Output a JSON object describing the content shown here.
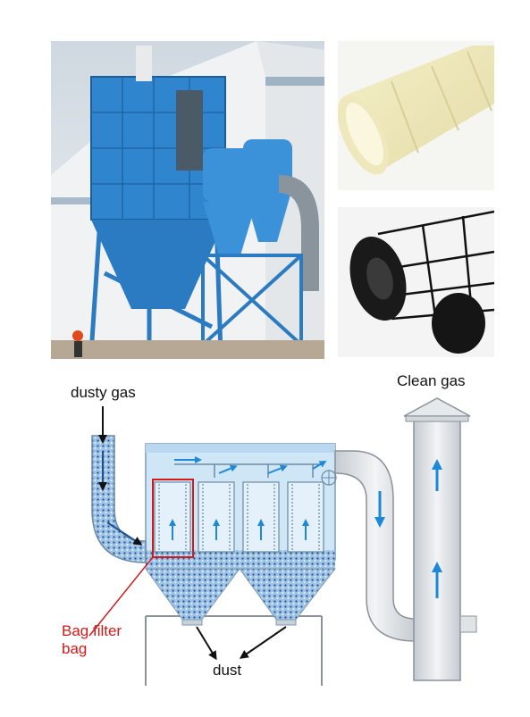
{
  "labels": {
    "dusty_gas": "dusty gas",
    "clean_gas": "Clean gas",
    "bag_filter_line1": "Bag filter",
    "bag_filter_line2": "bag",
    "dust": "dust"
  },
  "photos": {
    "plant": "baghouse dust collector installation",
    "filter_bag": "filter bag",
    "filter_cage": "filter bag cage"
  },
  "colors": {
    "collector_blue": "#2f86cf",
    "diagram_blue": "#cfe6f7",
    "arrow_blue": "#1e88d8",
    "callout_red": "#d11a1a",
    "duct_gray": "#d9dde1"
  }
}
